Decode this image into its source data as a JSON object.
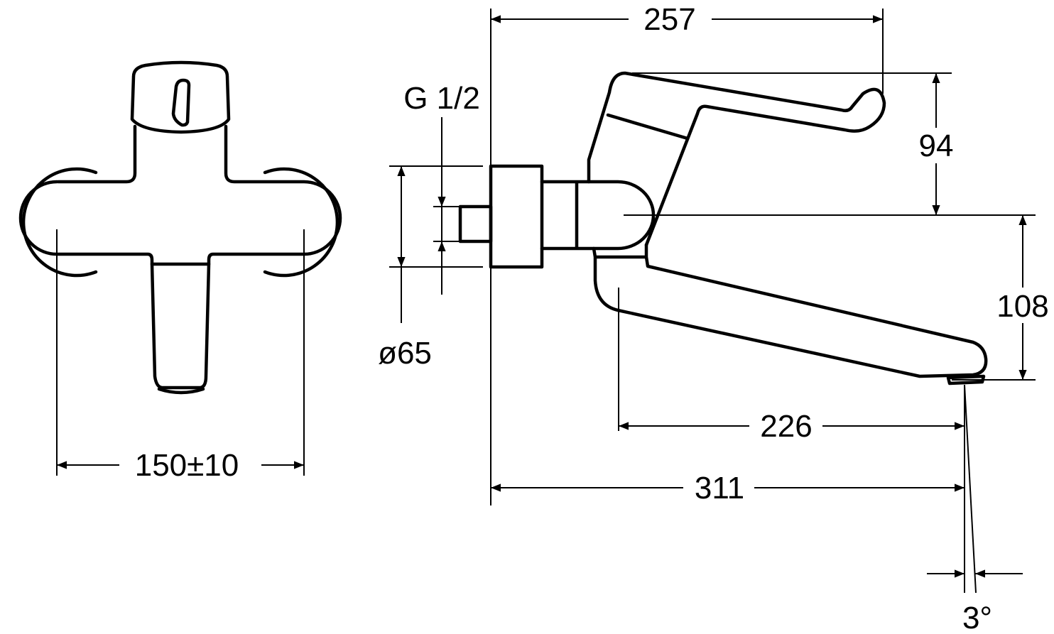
{
  "drawing": {
    "front_view": {
      "width_dimension": "150±10"
    },
    "side_view": {
      "handle_reach": "257",
      "handle_height": "94",
      "spout_drop": "108",
      "spout_projection_from_outlet": "226",
      "total_projection": "311",
      "thread": "G 1/2",
      "escutcheon_diameter": "ø65",
      "outlet_angle": "3°"
    }
  }
}
